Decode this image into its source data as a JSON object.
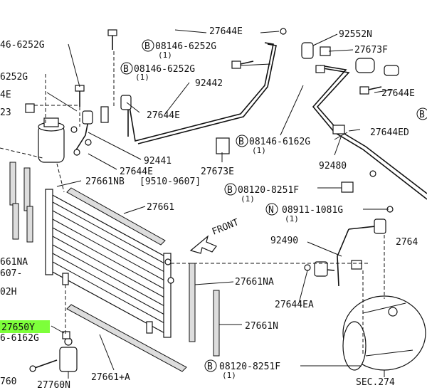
{
  "labels": {
    "l_08146_6252G_top_left": "46-6252G",
    "l_27644E_top": "27644E",
    "l_92552N": "92552N",
    "l_B_08146_6252G_a": "08146-6252G",
    "l_qty1_a": "(1)",
    "l_27673F": "27673F",
    "l_B_08146_6252G_b": "08146-6252G",
    "l_qty1_b": "(1)",
    "l_6252G_left": "6252G",
    "l_92442": "92442",
    "l_27644E_right": "27644E",
    "l_4E_left": "4E",
    "l_27644E_mid": "27644E",
    "l_23_left": "23",
    "l_B_08146_6162G": "08146-6162G",
    "l_qty1_c": "(1)",
    "l_27644ED": "27644ED",
    "l_92441": "92441",
    "l_27644E_lower": "27644E",
    "l_27673E": "27673E",
    "l_92480": "92480",
    "l_27661NB": "27661NB",
    "l_date_range": "[9510-9607]",
    "l_B_08120_8251F_a": "08120-8251F",
    "l_qty1_d": "(1)",
    "l_27661": "27661",
    "l_N_08911_1081G": "08911-1081G",
    "l_qty1_e": "(1)",
    "l_front": "FRONT",
    "l_92490": "92490",
    "l_2764_right": "2764",
    "l_661NA_left": "661NA",
    "l_607_left": "607-",
    "l_27661NA": "27661NA",
    "l_02H_left": "02H",
    "l_27644EA": "27644EA",
    "l_27650Y": "27650Y",
    "l_27661N": "27661N",
    "l_6_6162G_left": "6-6162G",
    "l_B_08120_8251F_b": "08120-8251F",
    "l_qty1_f": "(1)",
    "l_760_left": "760",
    "l_27760N": "27760N",
    "l_27661A": "27661+A",
    "l_sec274": "SEC.274"
  },
  "symbols": {
    "bolt_B": "B",
    "nut_N": "N"
  },
  "colors": {
    "highlight": "#7dff3a",
    "ink": "#111111"
  }
}
